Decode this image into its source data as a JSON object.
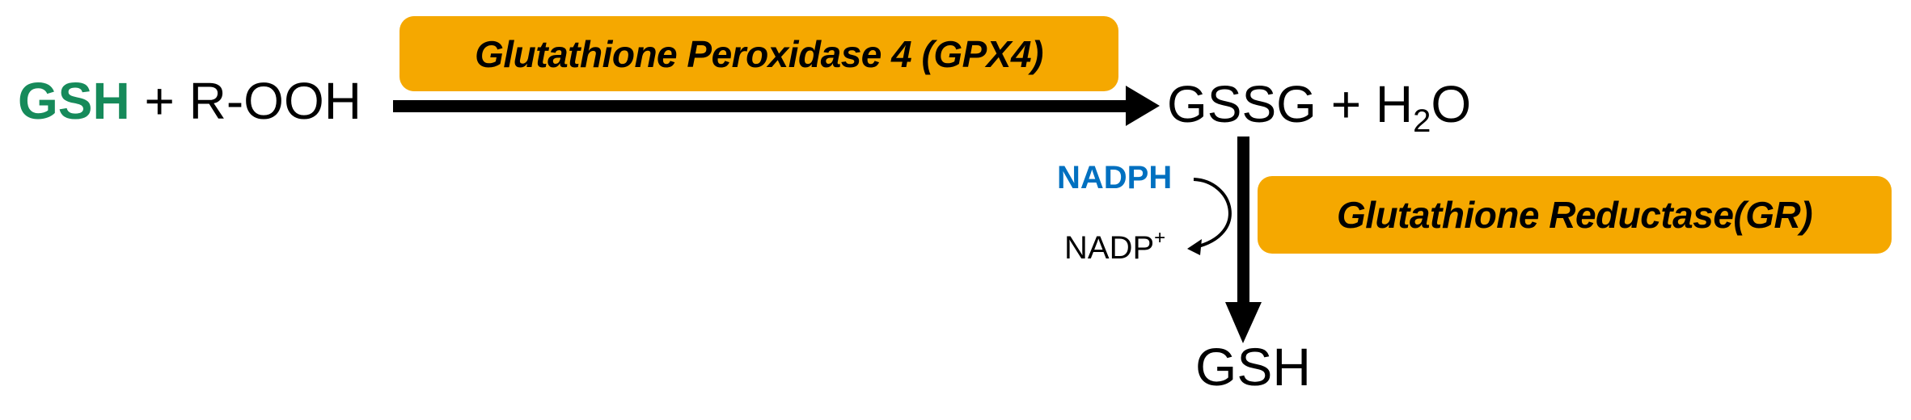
{
  "colors": {
    "gsh_green": "#168A5A",
    "nadph_blue": "#0070C0",
    "enzyme_box": "#F5A800"
  },
  "reaction1": {
    "substrate_gsh": "GSH",
    "substrate_rest": "+ R-OOH",
    "enzyme": "Glutathione Peroxidase 4 (GPX4)",
    "product_prefix": "GSSG + H",
    "product_sub": "2",
    "product_suffix": "O"
  },
  "reaction2": {
    "cofactor_in": "NADPH",
    "cofactor_out": "NADP",
    "cofactor_out_sup": "+",
    "enzyme": "Glutathione Reductase(GR)",
    "product": "GSH"
  }
}
